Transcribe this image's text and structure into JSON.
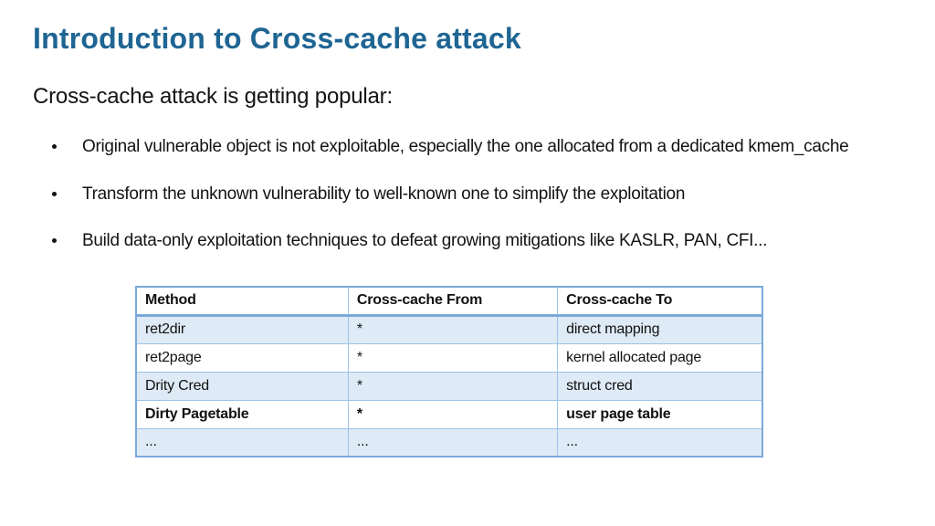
{
  "slide": {
    "title": "Introduction to Cross-cache attack",
    "subtitle": "Cross-cache attack is getting popular:",
    "bullets": [
      "Original vulnerable object is not exploitable, especially the one allocated from a dedicated kmem_cache",
      "Transform the unknown vulnerability to well-known one to simplify the exploitation",
      "Build data-only exploitation techniques to defeat growing mitigations like KASLR, PAN, CFI..."
    ],
    "table": {
      "headers": [
        "Method",
        "Cross-cache From",
        "Cross-cache To"
      ],
      "rows": [
        {
          "cells": [
            "ret2dir",
            "*",
            "direct mapping"
          ]
        },
        {
          "cells": [
            "ret2page",
            "*",
            "kernel allocated page"
          ]
        },
        {
          "cells": [
            "Drity Cred",
            "*",
            "struct cred"
          ]
        },
        {
          "cells": [
            "Dirty Pagetable",
            "*",
            "user page table"
          ]
        },
        {
          "cells": [
            "...",
            "...",
            "..."
          ]
        }
      ]
    },
    "colors": {
      "title_blue": "#1F6593",
      "table_border": "#7BA9DA",
      "table_grid": "#9DC3E6",
      "row_alt_fill": "#DEEAF6",
      "body_text": "#131313"
    }
  }
}
